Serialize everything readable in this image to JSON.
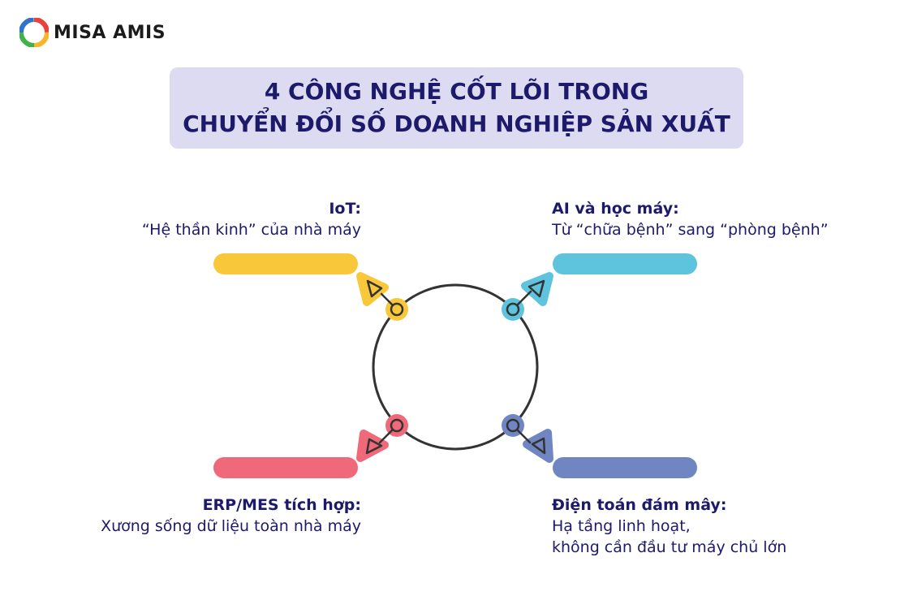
{
  "brand": {
    "name": "MISA AMIS"
  },
  "title": {
    "line1": "4 CÔNG NGHỆ CỐT LÕI TRONG",
    "line2": "CHUYỂN ĐỔI SỐ DOANH NGHIỆP SẢN XUẤT"
  },
  "items": [
    {
      "heading": "IoT:",
      "desc1": "“Hệ thần kinh” của nhà máy",
      "desc2": "",
      "color": "#f9c73a"
    },
    {
      "heading": "AI và học máy:",
      "desc1": "Từ “chữa bệnh” sang “phòng bệnh”",
      "desc2": "",
      "color": "#5ec4dd"
    },
    {
      "heading": "ERP/MES tích hợp:",
      "desc1": "Xương sống dữ liệu toàn nhà máy",
      "desc2": "",
      "color": "#f0697a"
    },
    {
      "heading": "Điện toán đám mây:",
      "desc1": "Hạ tầng linh hoạt,",
      "desc2": "không cần đầu tư máy chủ lớn",
      "color": "#6f86c2"
    }
  ]
}
